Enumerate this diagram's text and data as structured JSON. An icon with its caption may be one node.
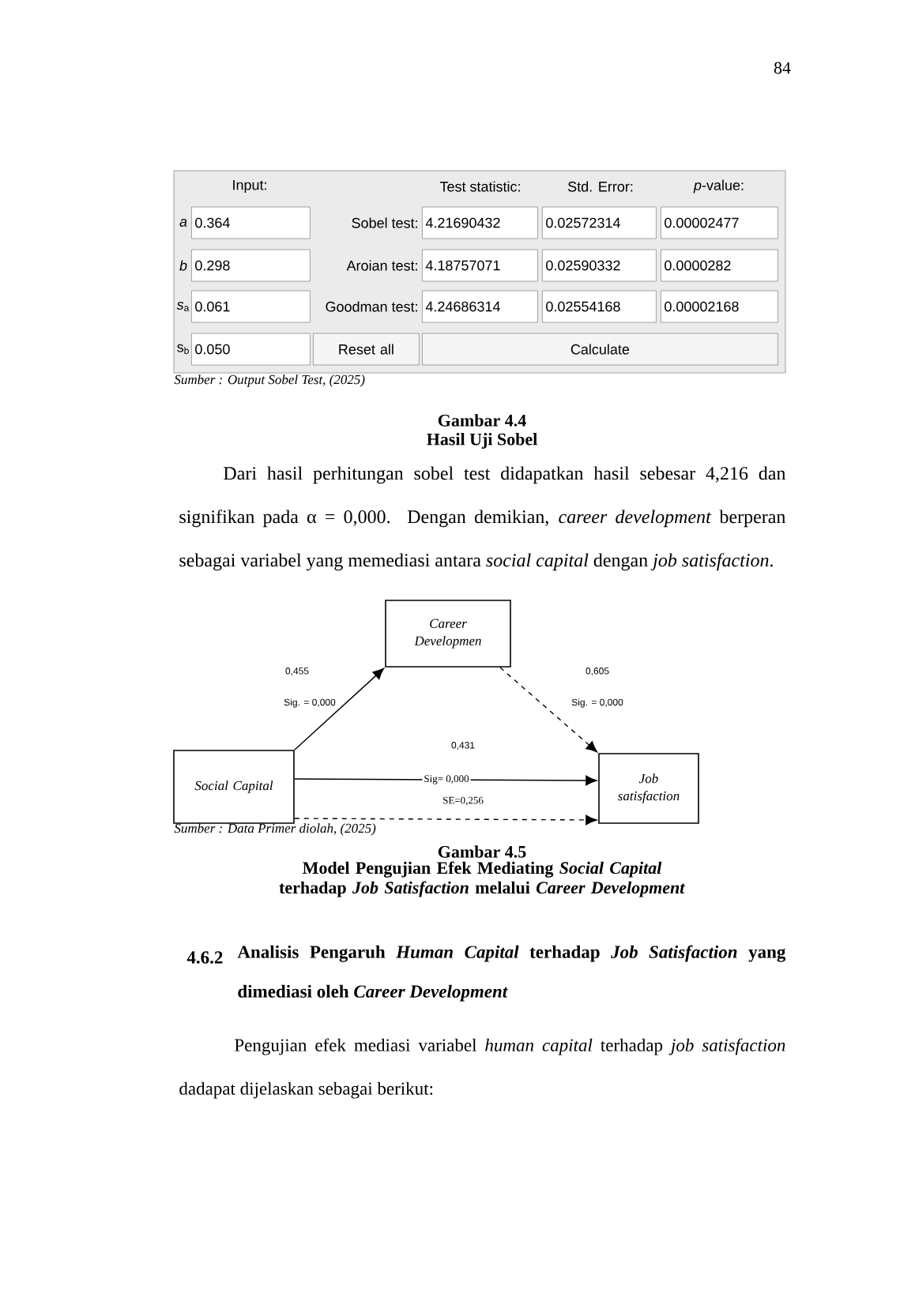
{
  "diagram": {
    "nodes": [
      {
        "text": [
          "Social Capital"
        ]
      },
      {
        "text": [
          "Career Developmen"
        ]
      },
      {
        "text": [
          "Job satisfaction"
        ]
      }
    ],
    "edges": [
      {
        "from": 0,
        "to": 1,
        "arrow": "to"
      },
      {
        "from": 1,
        "to": 2,
        "arrow": "to",
        "style": "dashed"
      },
      {
        "from": 0,
        "to": 2,
        "arrow": "to",
        "label": "Sig= 0,000"
      },
      {
        "from": 0,
        "to": 2,
        "arrow": "to",
        "style": "dashed"
      }
    ],
    "labels": [
      "84",
      "Input:",
      "Test statistic:",
      "Std. Error:",
      "*p*-value:",
      "*a*",
      "0.364",
      "Sobel test:",
      "4.21690432",
      "0.02572314",
      "0.00002477",
      "*b*",
      "0.298",
      "Aroian test:",
      "4.18757071",
      "0.02590332",
      "0.0000282",
      "*s*$_{a}$",
      "0.061",
      "Goodman test:",
      "4.24686314",
      "0.02554168",
      "0.00002168",
      "s$_{b}$",
      "0.050",
      "Reset all",
      "Calculate",
      "Sumber : Output Sobel Test, (2025)",
      "Gambar 4.4",
      "Hasil Uji Sobel",
      "Dari hasil perhitungan sobel test didapatkan hasil sebesar 4,216 dan signifikan pada α = 0,000. Dengan demikian, *career development* berperan sebagai variabel yang memediasi antara *social capital* dengan *job satisfaction*.",
      "0,455",
      "Sig. = 0,000",
      "0,605",
      "Sig. = 0,000",
      "0,431",
      "SE=0,256",
      "Sumber : Data Primer diolah, (2025)",
      "Gambar 4.5",
      "Model Pengujian Efek Mediating *Social Capital* terhadap *Job Satisfaction* melalui *Career Development*",
      "4.6.2",
      "Analisis Pengaruh *Human Capital* terhadap *Job Satisfaction* yang dimediasi oleh *Career Development*",
      "Pengujian efek mediasi variabel *human capital* terhadap *job satisfaction* dadapat dijelaskan sebagai berikut:"
    ]
  }
}
